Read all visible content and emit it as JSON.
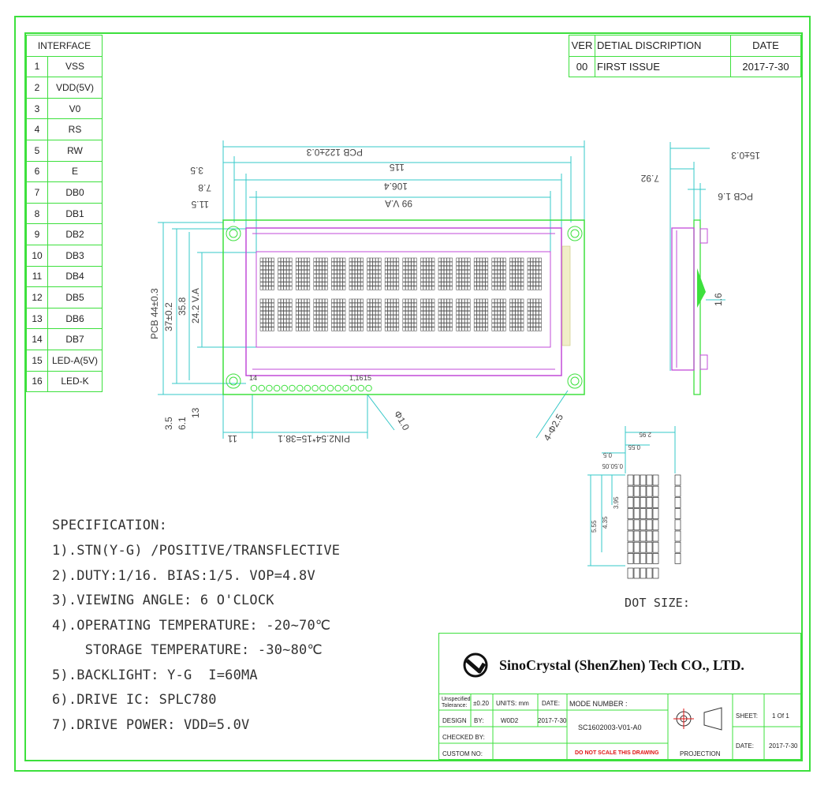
{
  "interface": {
    "title": "INTERFACE",
    "pins": [
      {
        "no": "1",
        "name": "VSS"
      },
      {
        "no": "2",
        "name": "VDD(5V)"
      },
      {
        "no": "3",
        "name": "V0"
      },
      {
        "no": "4",
        "name": "RS"
      },
      {
        "no": "5",
        "name": "RW"
      },
      {
        "no": "6",
        "name": "E"
      },
      {
        "no": "7",
        "name": "DB0"
      },
      {
        "no": "8",
        "name": "DB1"
      },
      {
        "no": "9",
        "name": "DB2"
      },
      {
        "no": "10",
        "name": "DB3"
      },
      {
        "no": "11",
        "name": "DB4"
      },
      {
        "no": "12",
        "name": "DB5"
      },
      {
        "no": "13",
        "name": "DB6"
      },
      {
        "no": "14",
        "name": "DB7"
      },
      {
        "no": "15",
        "name": "LED-A(5V)"
      },
      {
        "no": "16",
        "name": "LED-K"
      }
    ]
  },
  "revision": {
    "col_ver": "VER",
    "col_desc": "DETIAL DISCRIPTION",
    "col_date": "DATE",
    "row": {
      "ver": "00",
      "desc": "FIRST ISSUE",
      "date": "2017-7-30"
    }
  },
  "drawing": {
    "top_dims": [
      "PCB 122±0.3",
      "115",
      "106.4",
      "99 V.A",
      "3.5",
      "7.8",
      "11.5"
    ],
    "left_dims": [
      "PCB 44±0.3",
      "37±0.2",
      "35.8",
      "24.2 V.A",
      "3.5",
      "6.1",
      "13"
    ],
    "bottom_dims": [
      "11",
      "PIN2.54*15=38.1"
    ],
    "pin_labels": {
      "left": "14",
      "mid": "1,16",
      "right": "15"
    },
    "hole_label": "4-Φ2.5",
    "pin_hole_label": "Φ1.0",
    "side_dims": [
      "15±0.3",
      "7.92",
      "PCB 1.6",
      "1.6"
    ],
    "dot_dims": [
      "2.95",
      "0.55",
      "0.5",
      "5.55",
      "4.35",
      "3.95",
      "0.05",
      "0.5"
    ],
    "dot_caption": "DOT SIZE:"
  },
  "specification": {
    "title": "SPECIFICATION:",
    "lines": [
      "1).STN(Y-G) /POSITIVE/TRANSFLECTIVE",
      "2).DUTY:1/16. BIAS:1/5. VOP=4.8V",
      "3).VIEWING ANGLE: 6 O'CLOCK",
      "4).OPERATING TEMPERATURE: -20~70℃",
      "    STORAGE TEMPERATURE: -30~80℃",
      "5).BACKLIGHT: Y-G  I=60MA",
      "6).DRIVE IC: SPLC780",
      "7).DRIVE POWER: VDD=5.0V"
    ]
  },
  "title_block": {
    "company": "SinoCrystal (ShenZhen) Tech CO., LTD.",
    "unspecified_tolerance_label": "Unspecified Tolerance:",
    "unspecified_tolerance_value": "±0.20",
    "units_label": "UNITS: mm",
    "date_label": "DATE:",
    "design_label": "DESIGN",
    "by_label": "BY:",
    "design_by": "W0D2",
    "design_date": "2017-7-30",
    "checked_label": "CHECKED BY:",
    "custom_label": "CUSTOM NO:",
    "model_label": "MODE NUMBER :",
    "model_number": "SC1602003-V01-A0",
    "warning": "DO NOT SCALE THIS DRAWING",
    "projection": "PROJECTION",
    "sheet_label": "SHEET:",
    "sheet_value": "1 Of 1",
    "date2_label": "DATE:",
    "date2_value": "2017-7-30"
  },
  "colors": {
    "frame": "#3de03d",
    "lines": "#36c8c8",
    "pcb": "#3de03d",
    "bezel": "#c24bd8",
    "warning": "#e01515"
  }
}
